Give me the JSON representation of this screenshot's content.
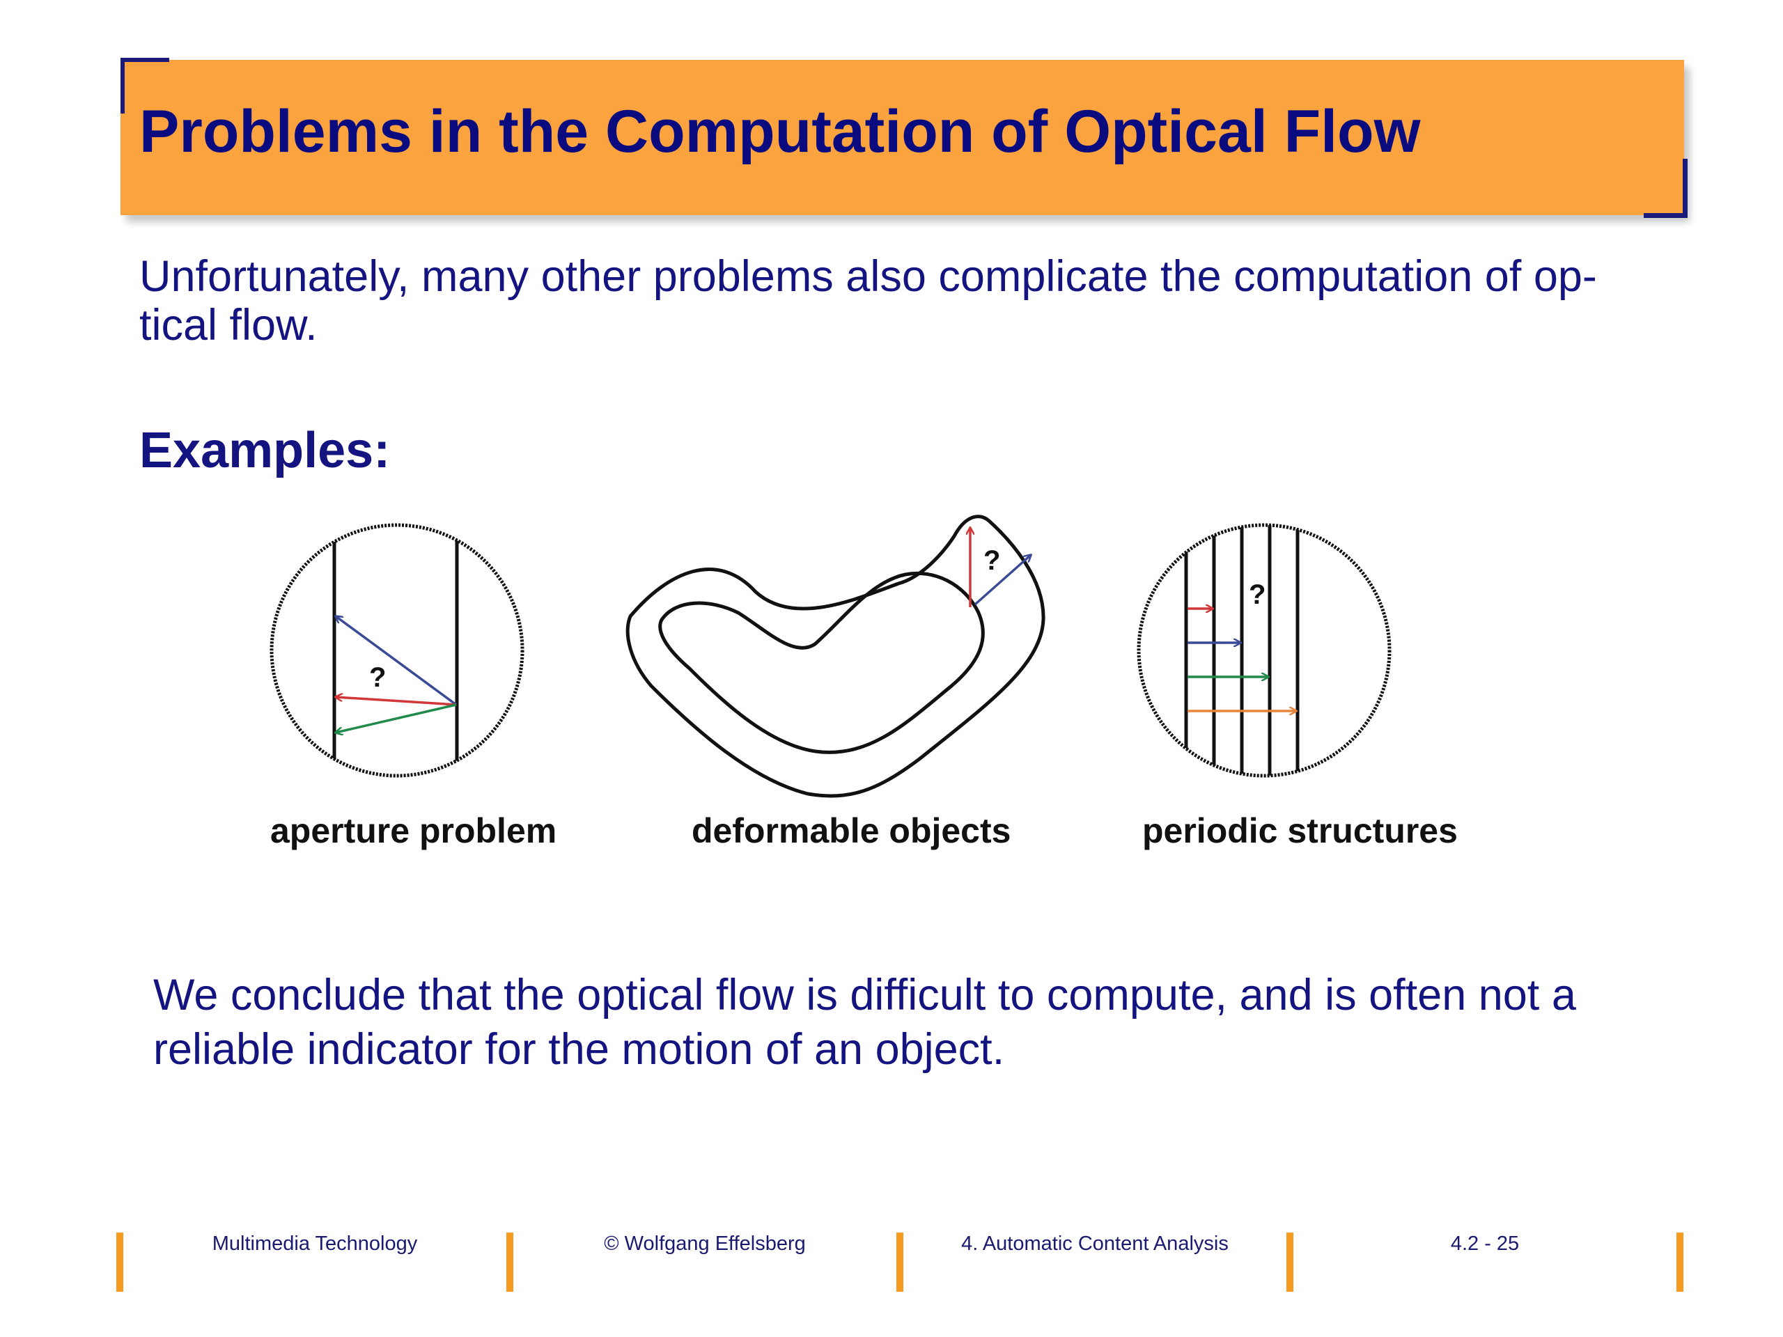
{
  "slide": {
    "title": "Problems in the Computation of Optical Flow",
    "intro_line1": "Unfortunately, many other problems also complicate the computation of op-",
    "intro_line2": "tical flow.",
    "examples_heading": "Examples:",
    "conclusion_line1": "We conclude that the optical flow is difficult to compute, and is often not a",
    "conclusion_line2": "reliable indicator for the motion of an object."
  },
  "figures": [
    {
      "caption": "aperture problem",
      "question_mark": "?"
    },
    {
      "caption": "deformable objects",
      "question_mark": "?"
    },
    {
      "caption": "periodic structures",
      "question_mark": "?"
    }
  ],
  "colors": {
    "title_bar": "#FBA43F",
    "title_text": "#0b0b80",
    "body_text": "#141480",
    "footer_bar": "#F79A22",
    "arrow_blue": "#3a4a96",
    "arrow_red": "#d0383a",
    "arrow_green": "#1f8a4a",
    "arrow_orange": "#e8843a"
  },
  "footer": {
    "course": "Multimedia Technology",
    "author": "© Wolfgang Effelsberg",
    "chapter": "4. Automatic Content Analysis",
    "page": "4.2 - 25"
  }
}
